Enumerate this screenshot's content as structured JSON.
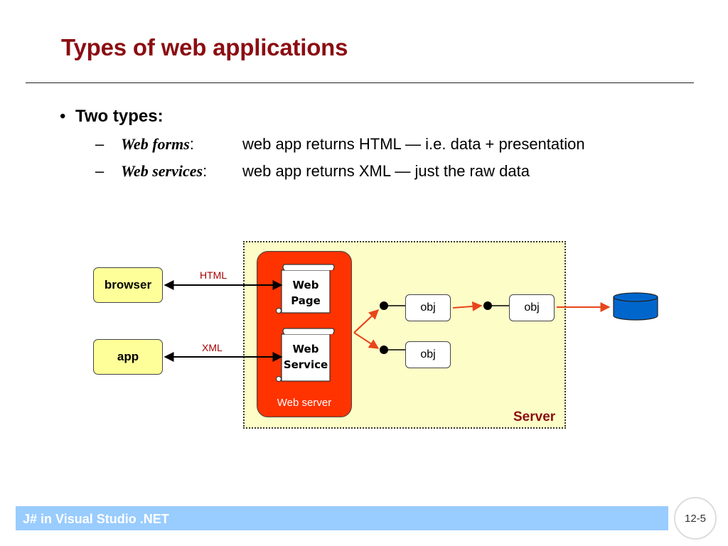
{
  "slide": {
    "title": "Types of web applications",
    "bullet": "Two types:",
    "items": [
      {
        "term": "Web forms",
        "colon": ":",
        "description": "web app returns HTML — i.e. data + presentation"
      },
      {
        "term": "Web services",
        "colon": ":",
        "description": "web app returns XML — just the raw data"
      }
    ]
  },
  "diagram": {
    "browser_label": "browser",
    "app_label": "app",
    "html_label": "HTML",
    "xml_label": "XML",
    "web_page_line1": "Web",
    "web_page_line2": "Page",
    "web_service_line1": "Web",
    "web_service_line2": "Service",
    "web_server_label": "Web server",
    "obj1_label": "obj",
    "obj2_label": "obj",
    "obj3_label": "obj",
    "server_label": "Server",
    "colors": {
      "title": "#8b0d12",
      "server_bg": "#fdfdc8",
      "web_server": "#ff3300",
      "client_bg": "#ffff99",
      "call_arrow": "#e8461a",
      "database": "#0066cc",
      "footer": "#99ccff"
    },
    "icons": [
      "scroll-document-icon",
      "database-cylinder-icon",
      "lollipop-interface-icon"
    ]
  },
  "footer": {
    "course": "J# in Visual Studio .NET",
    "page": "12-5"
  }
}
